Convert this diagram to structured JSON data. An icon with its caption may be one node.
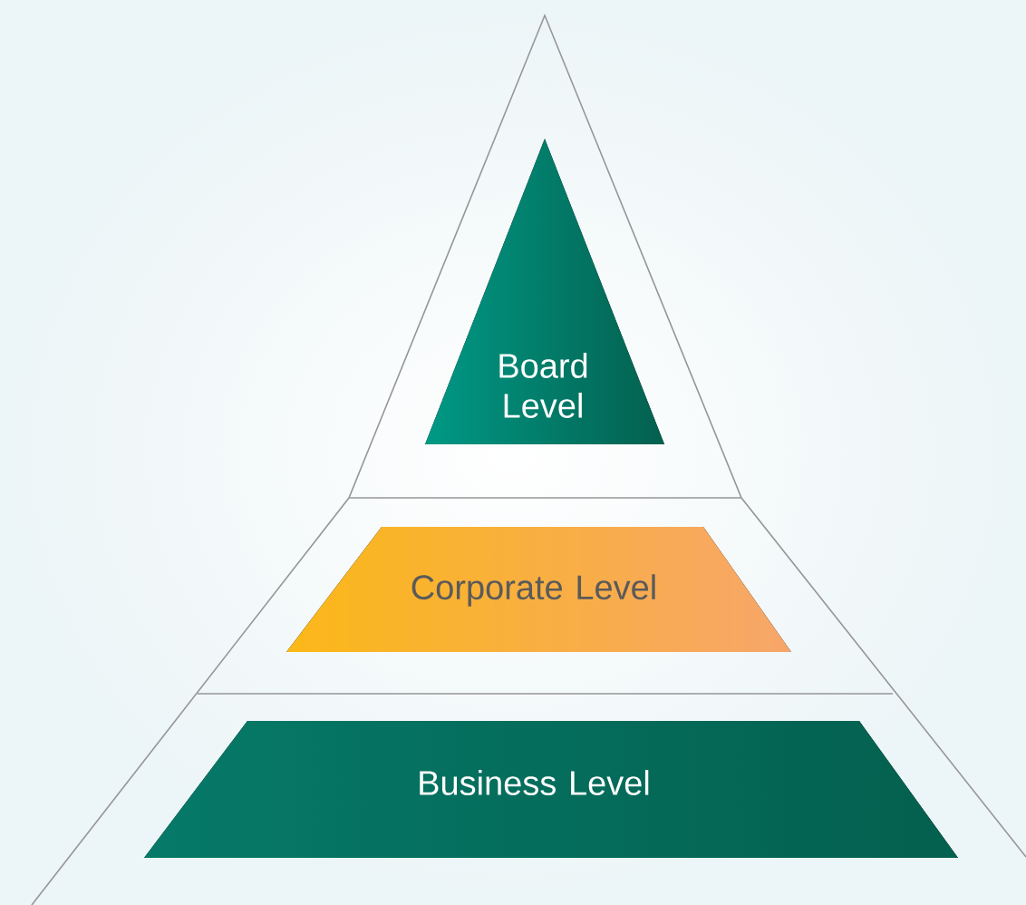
{
  "diagram": {
    "nodes": [
      {
        "text": [
          "Board Level"
        ]
      },
      {
        "text": [
          "Corporate Level"
        ]
      },
      {
        "text": [
          "Business Level"
        ]
      }
    ]
  }
}
